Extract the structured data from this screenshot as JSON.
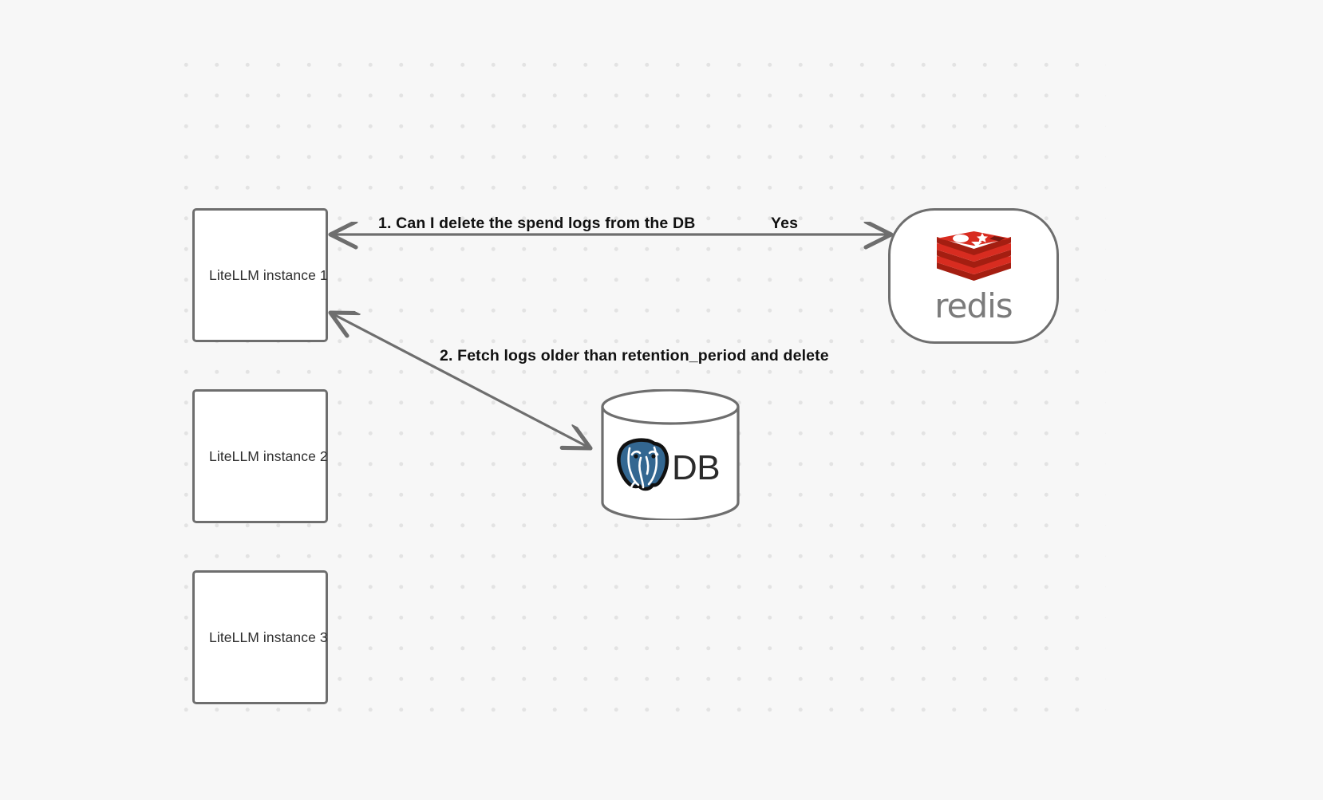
{
  "canvas": {
    "background_color": "#f7f7f7",
    "grid": "dot-grid",
    "grid_dot_color": "#e3e3e3"
  },
  "nodes": [
    {
      "id": "instance1",
      "label": "LiteLLM instance 1",
      "type": "box"
    },
    {
      "id": "instance2",
      "label": "LiteLLM instance 2",
      "type": "box"
    },
    {
      "id": "instance3",
      "label": "LiteLLM instance 3",
      "type": "box"
    },
    {
      "id": "redis",
      "label": "redis",
      "type": "rounded-rect",
      "logo": "redis-logo-icon",
      "accent_color": "#d82c20"
    },
    {
      "id": "db",
      "label": "DB",
      "type": "cylinder",
      "logo": "postgresql-elephant-icon",
      "accent_color": "#336791"
    }
  ],
  "edges": [
    {
      "id": "edge-1",
      "from": "instance1",
      "to": "redis",
      "label": "1.  Can I delete the spend logs from the DB",
      "reply_label": "Yes"
    },
    {
      "id": "edge-2",
      "from": "instance1",
      "to": "db",
      "label": "2.  Fetch logs older than retention_period and delete"
    }
  ],
  "labels": {
    "edge1_question": "1.  Can I delete the spend logs from the DB",
    "edge1_answer": "Yes",
    "edge2_action": "2.  Fetch logs older than retention_period and delete"
  },
  "colors": {
    "stroke": "#6e6e6e",
    "node_fill": "#ffffff",
    "text": "#2f2f2f",
    "label_text": "#111111",
    "redis_red": "#d82c20",
    "redis_red_dark": "#a41e11",
    "postgres_blue": "#336791"
  }
}
